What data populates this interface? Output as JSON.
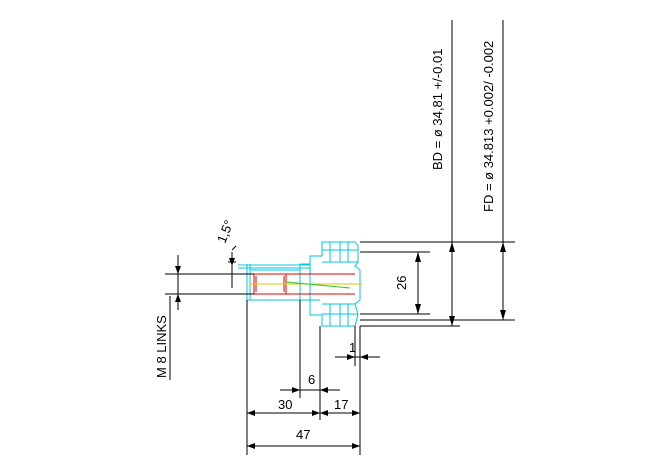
{
  "labels": {
    "bd": "BD = ø 34,81 +/-0.01",
    "fd": "FD = ø 34.813 +0.002/ -0.002",
    "angle": "1,5°",
    "thread": "M 8 LINKS",
    "dim_26": "26",
    "dim_1": "1",
    "dim_6": "6",
    "dim_30": "30",
    "dim_17": "17",
    "dim_47": "47"
  },
  "colors": {
    "outline": "#00c8e0",
    "thread": "#e00000",
    "axis": "#d8c800",
    "dimension": "#000000"
  }
}
